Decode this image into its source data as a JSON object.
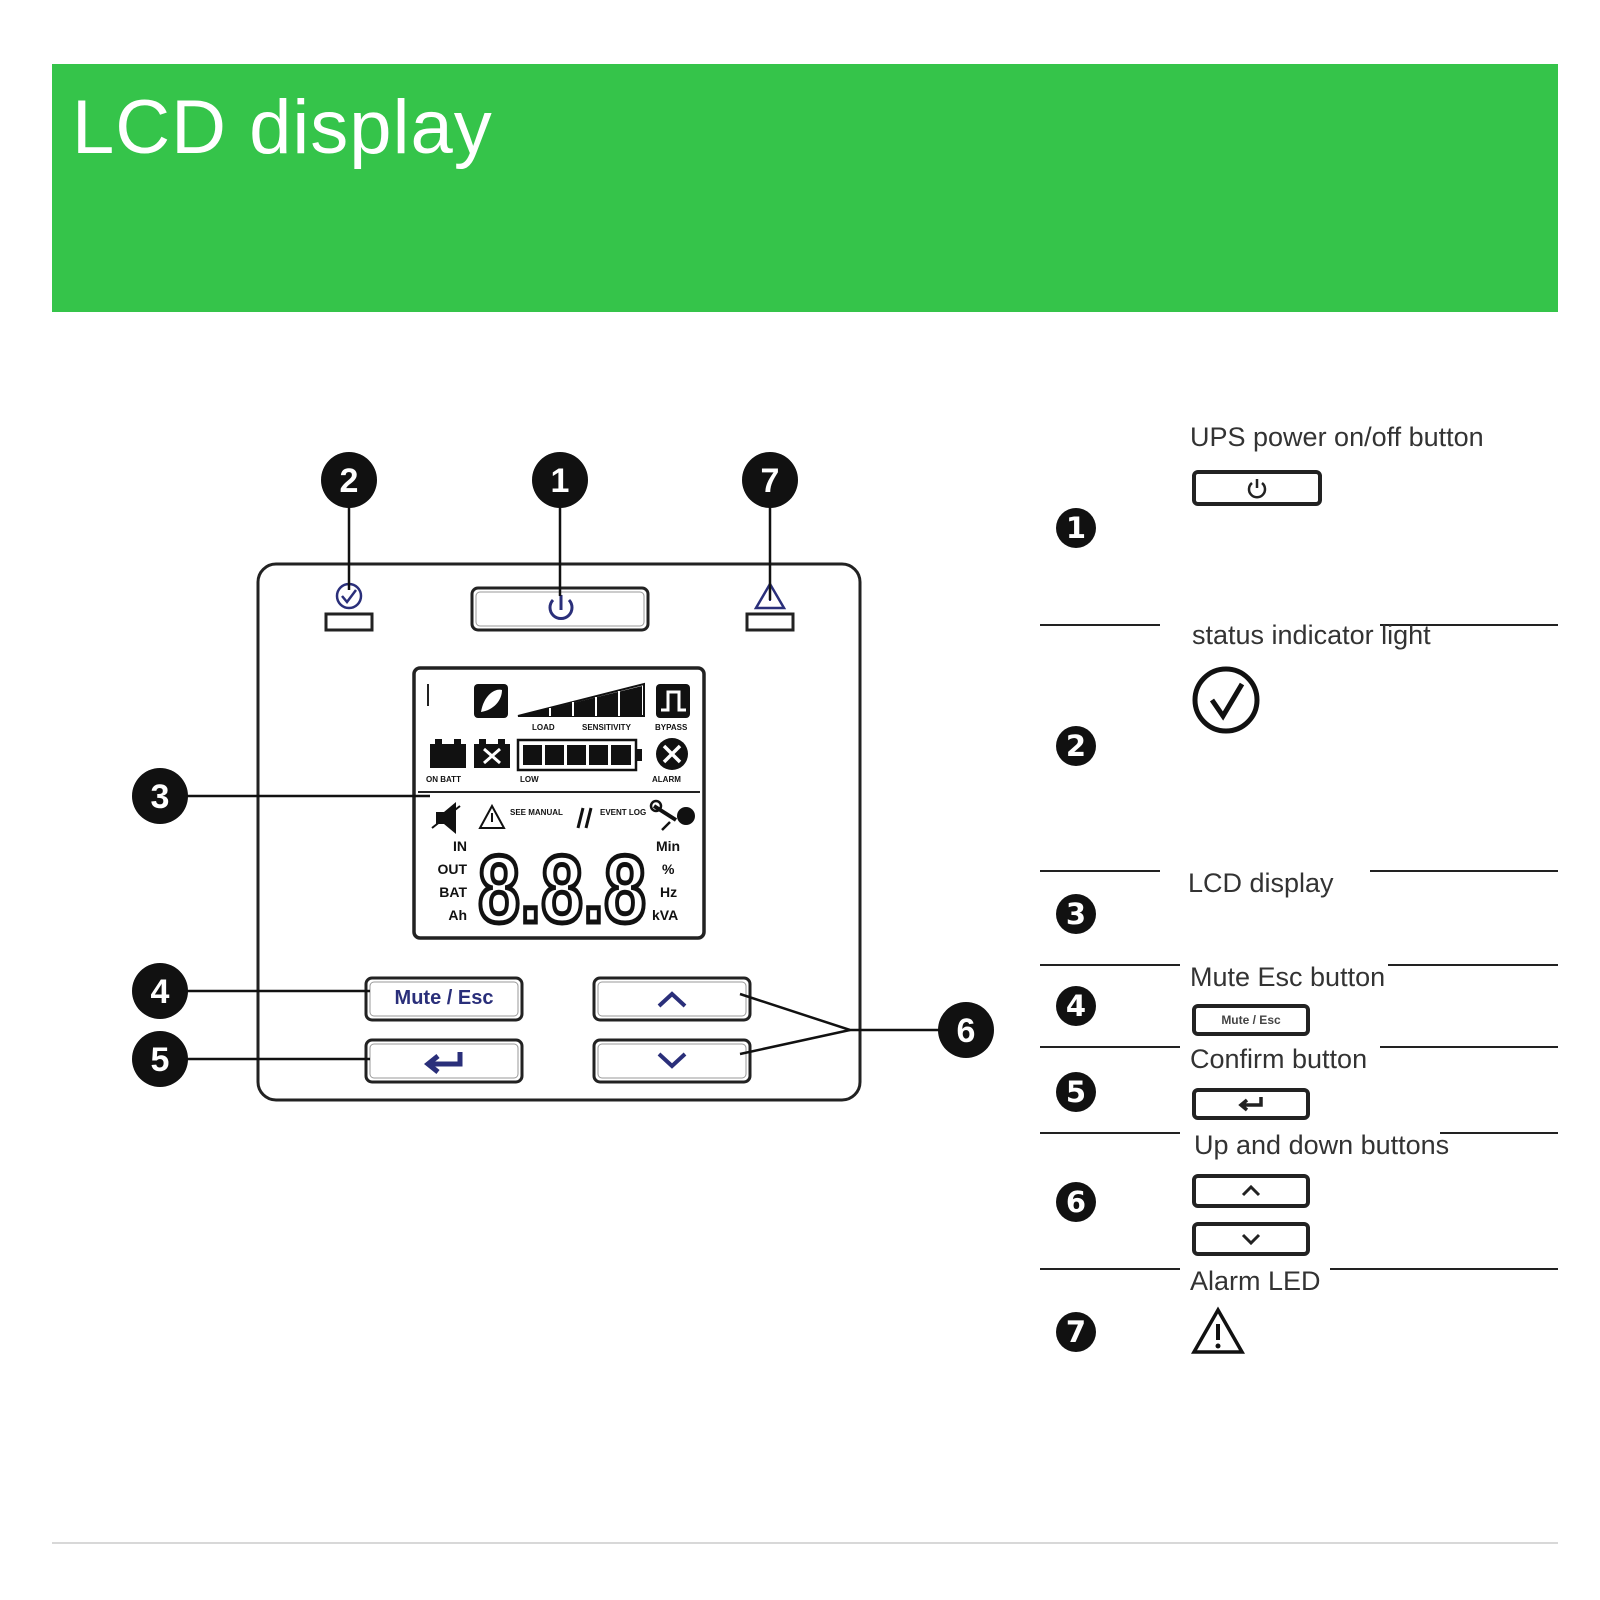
{
  "header": {
    "title": "LCD display"
  },
  "panel": {
    "callouts": [
      "2",
      "1",
      "7",
      "3",
      "4",
      "5",
      "6"
    ],
    "mute_label": "Mute / Esc",
    "lcd": {
      "load_label": "LOAD",
      "sensitivity_label": "SENSITIVITY",
      "bypass_label": "BYPASS",
      "on_batt_label": "ON BATT",
      "low_label": "LOW",
      "alarm_label": "ALARM",
      "see_manual_label": "SEE MANUAL",
      "event_log_label": "EVENT LOG",
      "left_units": [
        "IN",
        "OUT",
        "BAT",
        "Ah"
      ],
      "right_units": [
        "Min",
        "%",
        "Hz",
        "kVA"
      ],
      "digits": "8.8.8"
    }
  },
  "legend": [
    {
      "num": "1",
      "title": "UPS power on/off button",
      "icon": "power-key-icon"
    },
    {
      "num": "2",
      "title": "status indicator light",
      "icon": "check-circle-icon"
    },
    {
      "num": "3",
      "title": "LCD display",
      "icon": ""
    },
    {
      "num": "4",
      "title": "Mute Esc button",
      "icon": "mute-esc-key-icon",
      "key_label": "Mute / Esc"
    },
    {
      "num": "5",
      "title": "Confirm button",
      "icon": "enter-key-icon"
    },
    {
      "num": "6",
      "title": "Up and down buttons",
      "icon": "up-down-keys-icon"
    },
    {
      "num": "7",
      "title": "Alarm LED",
      "icon": "warning-triangle-icon"
    }
  ],
  "colors": {
    "banner": "#35c44a",
    "button_text": "#2a2f7a",
    "ink": "#111111"
  }
}
